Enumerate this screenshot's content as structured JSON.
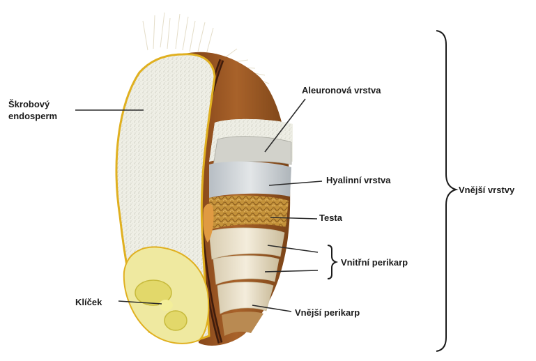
{
  "labels": {
    "endosperm": "Škrobový endosperm",
    "klicek": "Klíček",
    "aleuron": "Aleuronová vrstva",
    "hyalin": "Hyalinní vrstva",
    "testa": "Testa",
    "vnitrni": "Vnitřní perikarp",
    "vnejsi_perikarp": "Vnější perikarp",
    "vnejsi_vrstvy": "Vnější vrstvy"
  },
  "colors": {
    "endosperm": "#eeeee4",
    "germ": "#e8e27a",
    "bran_brown": "#9a5522",
    "crease": "#4a2210",
    "aleuron": "#d9d9d2",
    "hyalin": "#c9ced2",
    "testa": "#c99b3d",
    "pericarp_light": "#ece4cf",
    "outline_gold": "#e0b020"
  }
}
